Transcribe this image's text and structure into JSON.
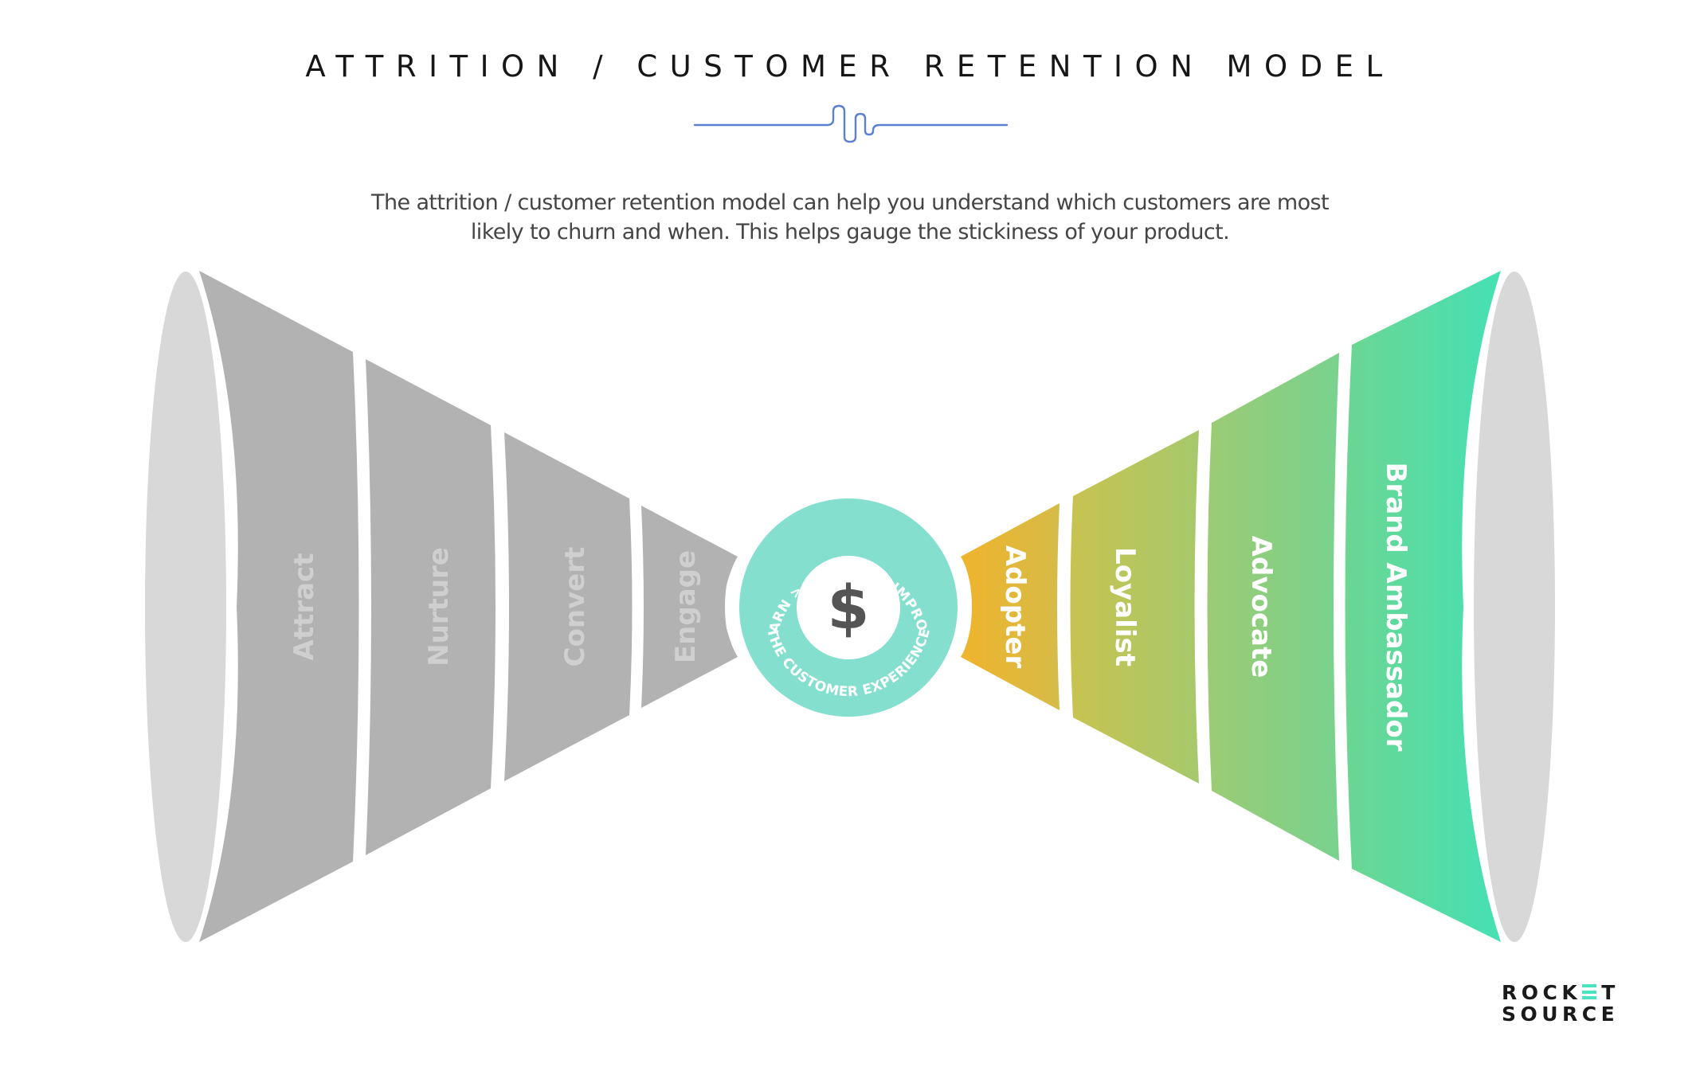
{
  "title": "ATTRITION / CUSTOMER RETENTION MODEL",
  "description": {
    "line1": "The attrition / customer retention model can help you understand which customers are most",
    "line2": "likely to churn and when. This helps gauge the stickiness of your product."
  },
  "colors": {
    "accent_line": "#5b7fd1",
    "left_segment": "#b2b2b2",
    "left_label": "#cfcfcf",
    "ellipse": "#d8d8d8",
    "center_ring": "#84dfcf",
    "dollar": "#555555",
    "logo_accent": "#4de3c0"
  },
  "left_funnel": {
    "stages": [
      {
        "label": "Attract"
      },
      {
        "label": "Nurture"
      },
      {
        "label": "Convert"
      },
      {
        "label": "Engage"
      }
    ]
  },
  "center": {
    "icon": "dollar-icon",
    "symbol": "$",
    "top_arc_text": "LEARN > CHANGE > IMPROVE",
    "bottom_arc_text": "THE CUSTOMER EXPERIENCE"
  },
  "right_funnel": {
    "stages": [
      {
        "label": "Adopter",
        "color_from": "#f0b42c",
        "color_to": "#d6bb48"
      },
      {
        "label": "Loyalist",
        "color_from": "#c8c350",
        "color_to": "#a6c96c"
      },
      {
        "label": "Advocate",
        "color_from": "#9ccb74",
        "color_to": "#78d28e"
      },
      {
        "label": "Brand Ambassador",
        "color_from": "#6cd692",
        "color_to": "#45e0b4"
      }
    ]
  },
  "logo": {
    "line1_a": "ROCK",
    "line1_b": "T",
    "line2": "SOURCE"
  }
}
